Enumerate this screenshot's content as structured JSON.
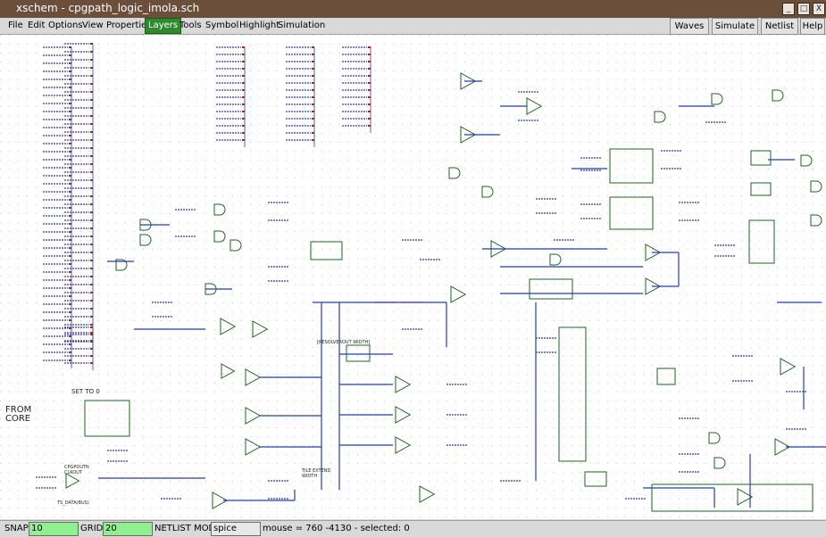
{
  "window": {
    "title": "xschem - cpgpath_logic_imola.sch",
    "controls": [
      "_",
      "□",
      "X"
    ]
  },
  "menubar": {
    "menus": [
      "File",
      "Edit",
      "Options",
      "View",
      "Properties",
      "Layers",
      "Tools",
      "Symbol",
      "Highlight",
      "Simulation"
    ],
    "active_menu": "Layers",
    "right_buttons": [
      "Waves",
      "Simulate",
      "Netlist",
      "Help"
    ]
  },
  "canvas": {
    "texts": {
      "set_to_0": "SET TO 0",
      "from_core": "FROM\nCORE",
      "resolver_out_width": "[RESOLVEROUT WIDTH]",
      "tile_extend_width": "TILE EXTEND\nWIDTH",
      "cp_out_clock": "CPGPOUTN\nCLKOUT",
      "ts_data": "TS_DATA(BUS)"
    }
  },
  "statusbar": {
    "snap_label": "SNAP:",
    "snap_value": "10",
    "grid_label": "GRID:",
    "grid_value": "20",
    "netlist_mode_label": "NETLIST MODE:",
    "netlist_mode_value": "spice",
    "mouse_text": "mouse = 760 -4130 - selected: 0"
  },
  "colors": {
    "wire": "#1f3fbf",
    "symbol": "#1a6a1a",
    "pin": "#c01818",
    "label": "#3a3aa0",
    "active_menu": "#2a8c2a",
    "status_field": "#8ef08e"
  }
}
